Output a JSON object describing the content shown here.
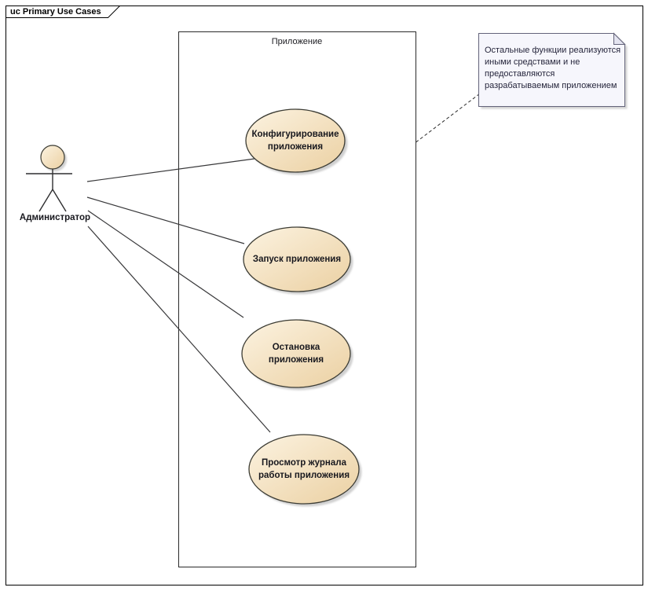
{
  "frame": {
    "title": "uc Primary Use Cases"
  },
  "boundary": {
    "label": "Приложение"
  },
  "actor": {
    "label": "Администратор"
  },
  "use_cases": [
    {
      "label": "Конфигурирование\nприложения"
    },
    {
      "label": "Запуск приложения"
    },
    {
      "label": "Остановка\nприложения"
    },
    {
      "label": "Просмотр журнала\nработы приложения"
    }
  ],
  "note": {
    "text": "Остальные функции реализуются\nиными средствами и не\nпредоставляются\nразрабатываемым приложением"
  },
  "colors": {
    "ellipse_fill_light": "#fcf3e1",
    "ellipse_fill_dark": "#ebd0a2",
    "shape_stroke": "#3c3c34",
    "shadow": "#bcbcbc",
    "note_fill": "#f6f6fc",
    "note_fold": "#e4e4f0",
    "note_border": "#63637a",
    "note_text_color": "#26263c",
    "line_color": "#38383a"
  }
}
